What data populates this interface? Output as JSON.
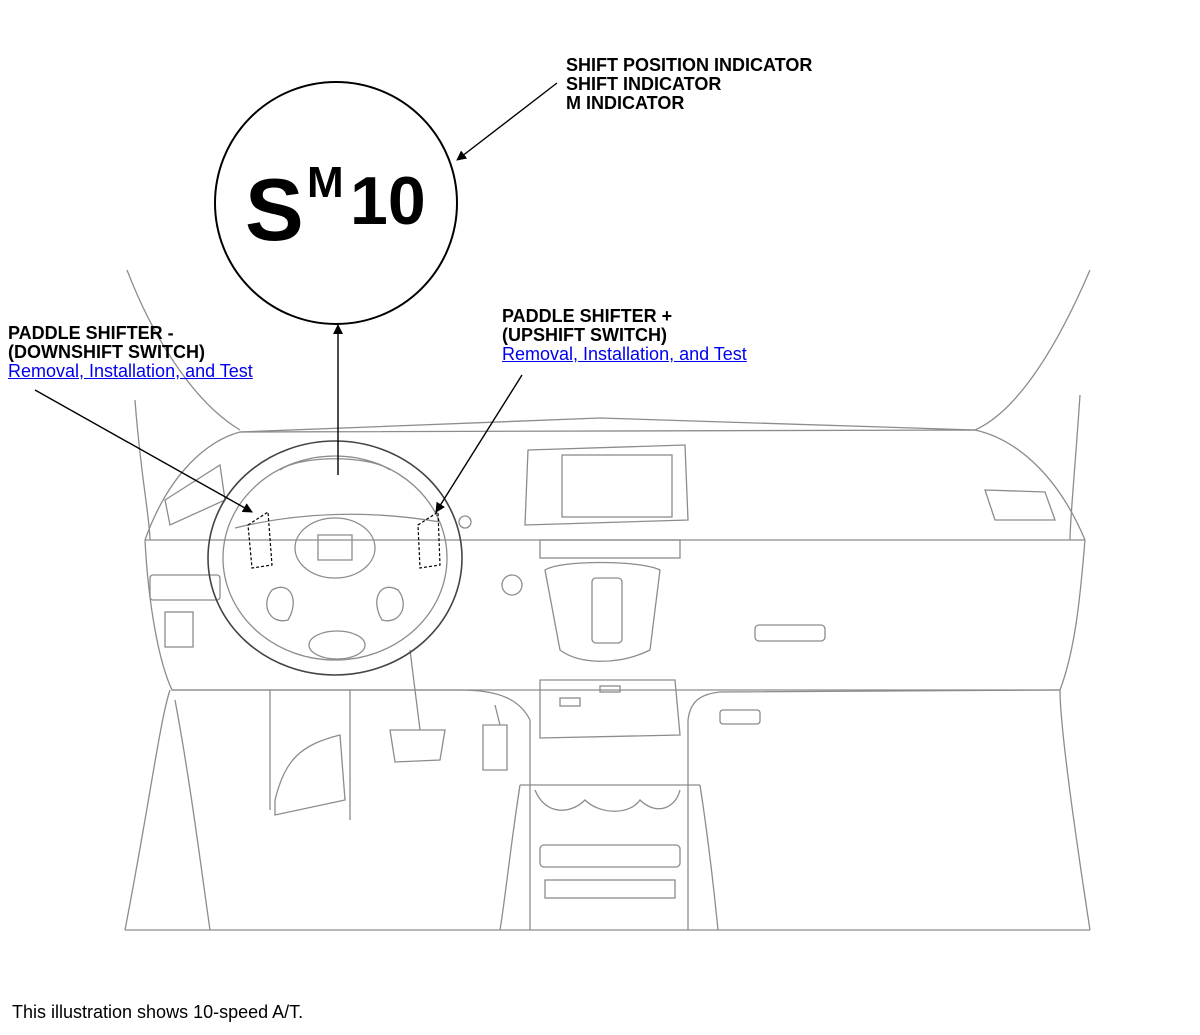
{
  "callouts": {
    "indicator": {
      "lines": [
        "SHIFT POSITION INDICATOR",
        "SHIFT INDICATOR",
        "M INDICATOR"
      ]
    },
    "downshift": {
      "lines": [
        "PADDLE SHIFTER -",
        "(DOWNSHIFT SWITCH)"
      ],
      "link": "Removal, Installation, and Test"
    },
    "upshift": {
      "lines": [
        "PADDLE SHIFTER +",
        "(UPSHIFT SWITCH)"
      ],
      "link": "Removal, Installation, and Test"
    }
  },
  "indicator_display": {
    "position": "S",
    "mode": "M",
    "gear": "10"
  },
  "caption": "This illustration shows 10-speed A/T.",
  "colors": {
    "link": "#0000ee",
    "outline": "#8c8c8c",
    "leader": "#000000"
  }
}
